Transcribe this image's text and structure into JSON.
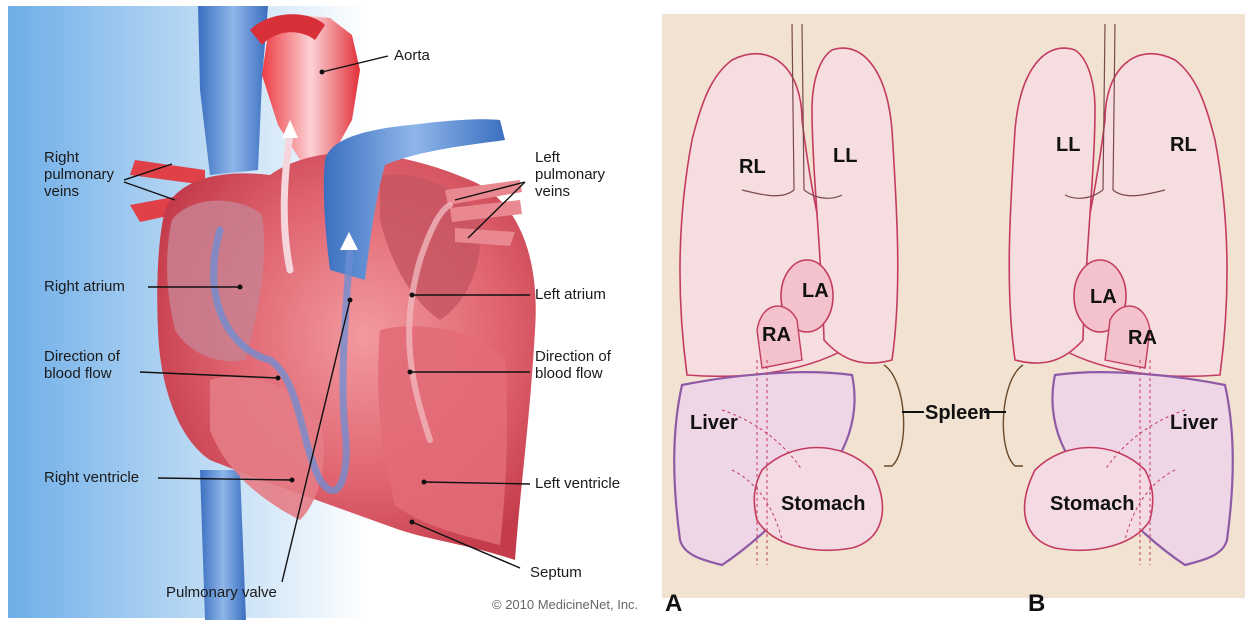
{
  "heart_diagram": {
    "labels": {
      "aorta": "Aorta",
      "right_pulmonary_veins": "Right\npulmonary\nveins",
      "left_pulmonary_veins": "Left\npulmonary\nveins",
      "right_atrium": "Right atrium",
      "left_atrium": "Left atrium",
      "direction_right": "Direction of\nblood flow",
      "direction_left": "Direction of\nblood flow",
      "right_ventricle": "Right ventricle",
      "left_ventricle": "Left ventricle",
      "septum": "Septum",
      "pulmonary_valve": "Pulmonary valve"
    },
    "copyright": "© 2010 MedicineNet, Inc.",
    "colors": {
      "blood_red": "#d8323e",
      "blood_blue": "#4a7fc8",
      "muscle": "#d9606c",
      "background_blue": "#7bb6ea"
    }
  },
  "situs_diagram": {
    "panel_a": {
      "letter": "A",
      "labels": {
        "rl": "RL",
        "ll": "LL",
        "la": "LA",
        "ra": "RA",
        "liver": "Liver",
        "stomach": "Stomach"
      }
    },
    "panel_b": {
      "letter": "B",
      "labels": {
        "ll": "LL",
        "rl": "RL",
        "la": "LA",
        "ra": "RA",
        "liver": "Liver",
        "stomach": "Stomach"
      }
    },
    "shared_label": "Spleen",
    "colors": {
      "background": "#f1e2d2",
      "lung_outline": "#c43b60",
      "liver_outline": "#8e5aa6"
    }
  }
}
